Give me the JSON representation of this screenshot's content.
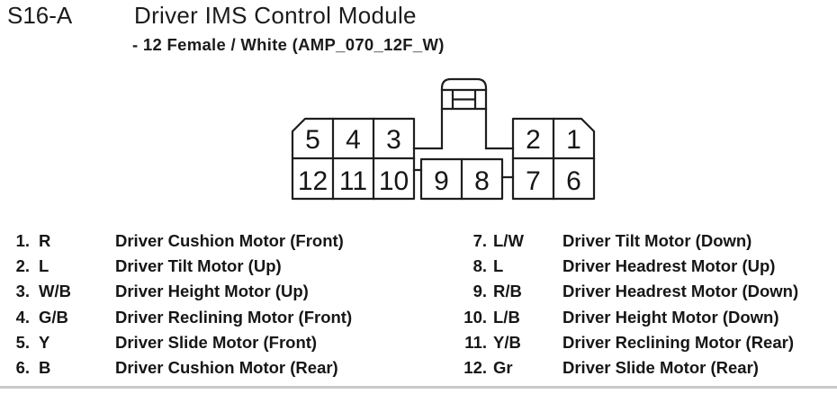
{
  "header": {
    "connector_id": "S16-A",
    "title": "Driver IMS Control Module",
    "subtitle": "- 12 Female / White (AMP_070_12F_W)"
  },
  "connector": {
    "pins": {
      "p1": "1",
      "p2": "2",
      "p3": "3",
      "p4": "4",
      "p5": "5",
      "p6": "6",
      "p7": "7",
      "p8": "8",
      "p9": "9",
      "p10": "10",
      "p11": "11",
      "p12": "12"
    }
  },
  "pinout": {
    "left": [
      {
        "num": "1.",
        "wire": "R",
        "desc": "Driver Cushion Motor (Front)"
      },
      {
        "num": "2.",
        "wire": "L",
        "desc": "Driver Tilt Motor (Up)"
      },
      {
        "num": "3.",
        "wire": "W/B",
        "desc": "Driver Height Motor (Up)"
      },
      {
        "num": "4.",
        "wire": "G/B",
        "desc": "Driver Reclining Motor (Front)"
      },
      {
        "num": "5.",
        "wire": "Y",
        "desc": "Driver Slide Motor (Front)"
      },
      {
        "num": "6.",
        "wire": "B",
        "desc": "Driver Cushion Motor (Rear)"
      }
    ],
    "right": [
      {
        "num": "7.",
        "wire": "L/W",
        "desc": "Driver Tilt Motor (Down)"
      },
      {
        "num": "8.",
        "wire": "L",
        "desc": "Driver Headrest Motor (Up)"
      },
      {
        "num": "9.",
        "wire": "R/B",
        "desc": "Driver Headrest Motor (Down)"
      },
      {
        "num": "10.",
        "wire": "L/B",
        "desc": "Driver Height Motor (Down)"
      },
      {
        "num": "11.",
        "wire": "Y/B",
        "desc": "Driver Reclining Motor (Rear)"
      },
      {
        "num": "12.",
        "wire": "Gr",
        "desc": "Driver Slide Motor (Rear)"
      }
    ]
  },
  "colors": {
    "line": "#1e1e1e",
    "text": "#161616",
    "faint_rule": "#c9c9c9",
    "background": "#ffffff"
  }
}
